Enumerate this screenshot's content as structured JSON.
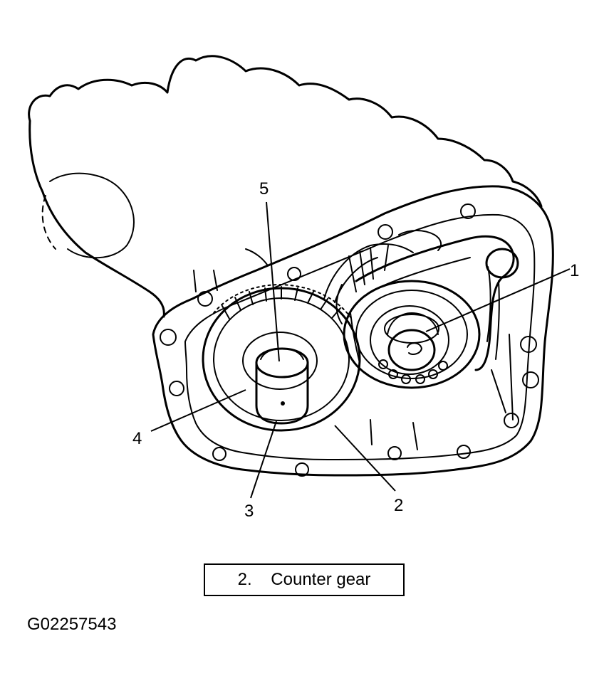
{
  "callouts": {
    "c1": "1",
    "c2": "2",
    "c3": "3",
    "c4": "4",
    "c5": "5"
  },
  "caption": {
    "number": "2.",
    "text": "Counter gear"
  },
  "figure_id": "G02257543"
}
